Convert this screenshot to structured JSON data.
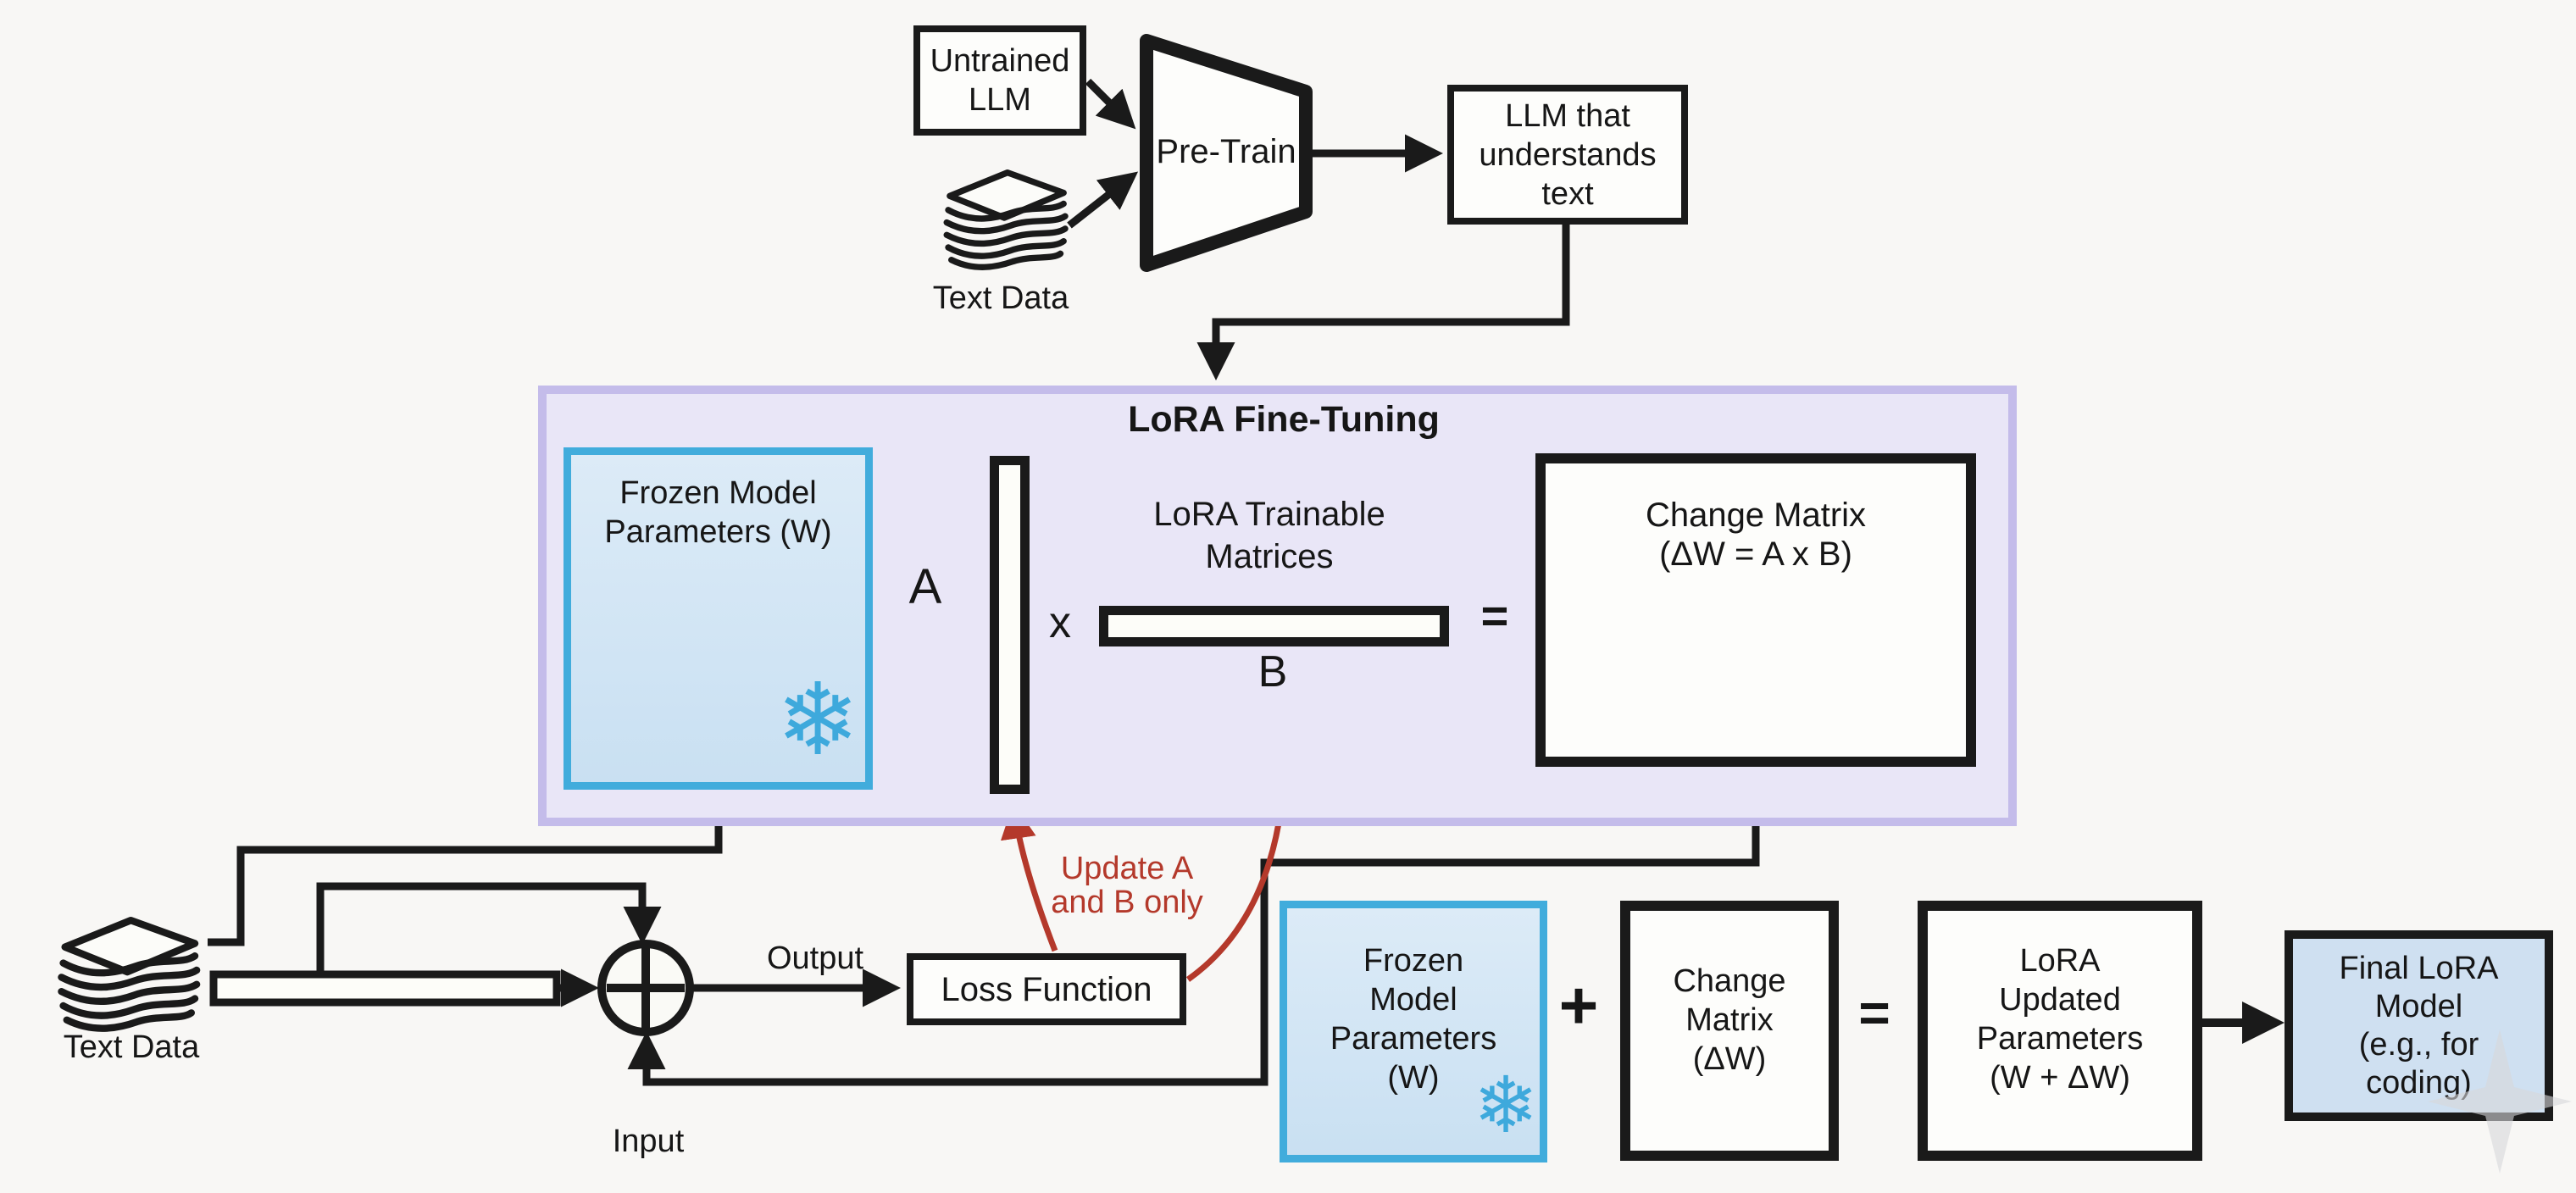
{
  "diagram_title": "LoRA Fine-Tuning",
  "colors": {
    "panel_purple_fill": "#e9e6f7",
    "panel_purple_border": "#c4bcea",
    "frozen_blue_border": "#41acdc",
    "frozen_blue_fill": "#cfe3f4",
    "final_box_fill": "#cfe0f1",
    "arrow_red": "#b4392b",
    "line_black": "#1a1a1a",
    "watermark_gray": "#d7d7db"
  },
  "icons": {
    "snowflake_char": "❄",
    "document_stack": "stack of wavy sheets",
    "sum_node": "circle with plus",
    "watermark": "four point sparkle"
  },
  "pretrain_flow": {
    "untrained_llm": {
      "lines": [
        "Untrained",
        "LLM"
      ]
    },
    "funnel_label": "Pre-Train",
    "text_data_label": "Text Data",
    "llm_result": {
      "lines": [
        "LLM that",
        "understands",
        "text"
      ]
    }
  },
  "lora_panel": {
    "title": "LoRA Fine-Tuning",
    "frozen_params": {
      "lines": [
        "Frozen Model",
        "Parameters (W)"
      ]
    },
    "matrix_a_label": "A",
    "multiply_label": "x",
    "matrix_b_label": "B",
    "trainable_note": {
      "lines": [
        "LoRA Trainable",
        "Matrices"
      ]
    },
    "change_matrix": {
      "lines": [
        "Change Matrix",
        "(ΔW = A x B)"
      ]
    },
    "equals_label": "="
  },
  "training_loop": {
    "text_data_label": "Text Data",
    "output_label": "Output",
    "input_label": "Input",
    "loss_function_label": "Loss Function",
    "update_note": {
      "lines": [
        "Update A",
        "and B only"
      ]
    }
  },
  "merge_row": {
    "frozen_params": {
      "lines": [
        "Frozen",
        "Model",
        "Parameters",
        "(W)"
      ]
    },
    "plus_label": "+",
    "change_matrix": {
      "lines": [
        "Change",
        "Matrix",
        "(ΔW)"
      ]
    },
    "equals_label": "=",
    "updated_params": {
      "lines": [
        "LoRA",
        "Updated",
        "Parameters",
        "(W + ΔW)"
      ]
    },
    "final_model": {
      "lines": [
        "Final LoRA",
        "Model",
        "(e.g., for",
        "coding)"
      ]
    }
  }
}
